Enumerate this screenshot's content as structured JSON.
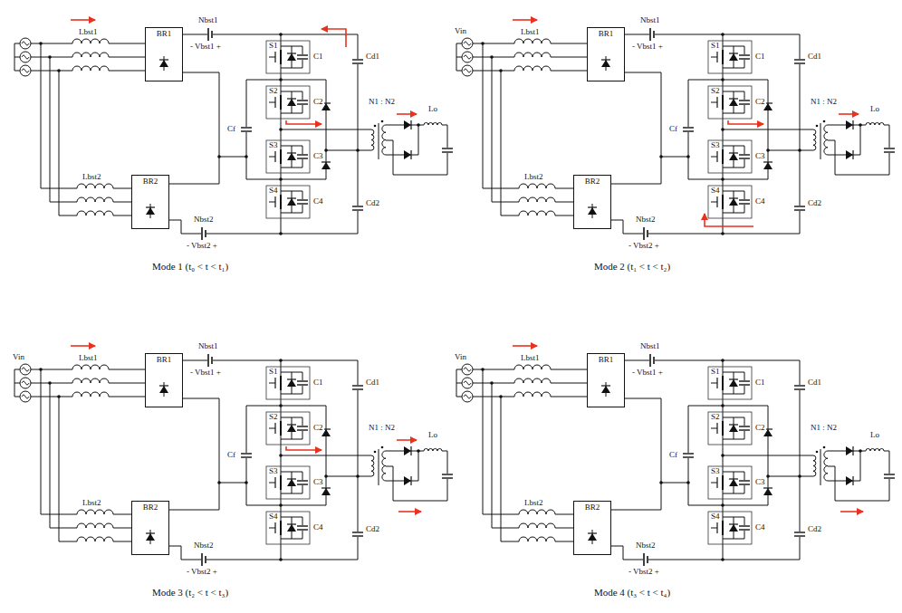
{
  "diagram": {
    "nodes": [
      {
        "text": [
          "BR1"
        ]
      },
      {
        "text": [
          "BR2"
        ]
      },
      {
        "text": [
          "BR1"
        ]
      },
      {
        "text": [
          "BR2"
        ]
      },
      {
        "text": [
          "BR1"
        ]
      },
      {
        "text": [
          "BR2"
        ]
      },
      {
        "text": [
          "BR1"
        ]
      },
      {
        "text": [
          "BR2"
        ]
      }
    ],
    "labels": [
      "Lbst1",
      "Nbst1",
      "- Vbst1 +",
      "S1",
      "C1",
      "Cd1",
      "S2",
      "C2",
      "Cf",
      "N1 : N2",
      "Lo",
      "S3",
      "C3",
      "S4",
      "C4",
      "Cd2",
      "Lbst2",
      "Nbst2",
      "- Vbst2 +",
      "Mode 1 (t₀ < t < t₁)",
      "Vin",
      "Lbst1",
      "Nbst1",
      "- Vbst1 +",
      "S1",
      "C1",
      "Cd1",
      "S2",
      "C2",
      "Cf",
      "N1 : N2",
      "Lo",
      "S3",
      "C3",
      "S4",
      "C4",
      "Cd2",
      "Lbst2",
      "Nbst2",
      "- Vbst2 +",
      "Mode 2 (t₁ < t < t₂)",
      "Vin",
      "Lbst1",
      "Nbst1",
      "- Vbst1 +",
      "S1",
      "C1",
      "Cd1",
      "S2",
      "C2",
      "Cf",
      "N1 : N2",
      "Lo",
      "S3",
      "C3",
      "S4",
      "C4",
      "Cd2",
      "Lbst2",
      "Nbst2",
      "- Vbst2 +",
      "Mode 3 (t₂ < t < t₃)",
      "Vin",
      "Lbst1",
      "Nbst1",
      "- Vbst1 +",
      "S1",
      "C1",
      "Cd1",
      "S2",
      "C2",
      "Cf",
      "N1 : N2",
      "Lo",
      "S3",
      "C3",
      "S4",
      "C4",
      "Cd2",
      "Lbst2",
      "Nbst2",
      "- Vbst2 +",
      "Mode 4 (t₃ < t < t₄)"
    ]
  }
}
